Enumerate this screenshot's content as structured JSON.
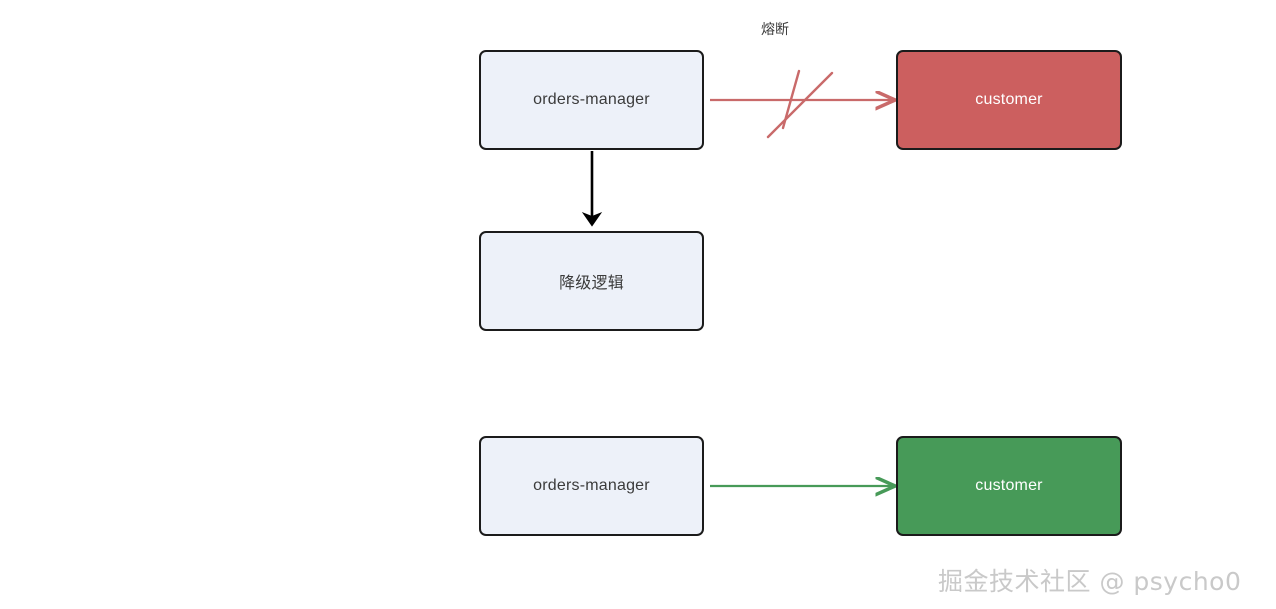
{
  "diagram": {
    "title": "circuit-breaker-fallback-diagram",
    "background": "#ffffff",
    "colors": {
      "node_light_fill": "#edf1f9",
      "node_light_text": "#3b3b3b",
      "node_border": "#1b1b1b",
      "node_red_fill": "#cc5f5f",
      "node_green_fill": "#479a58",
      "node_inverse_text": "#ffffff",
      "edge_red": "#c96a6a",
      "edge_green": "#479a58",
      "edge_black": "#000000",
      "label_text": "#3d3d3d",
      "watermark_text": "#c9c9c9"
    },
    "top_group": {
      "source_node": {
        "label": "orders-manager"
      },
      "target_node": {
        "label": "customer"
      },
      "fallback_node": {
        "label": "降级逻辑"
      },
      "edge_label": "熔断",
      "edge_blocked_marker": "x-cross-mark",
      "edge_source_to_target": "blocked-red-arrow",
      "edge_source_to_fallback": "black-arrow"
    },
    "bottom_group": {
      "source_node": {
        "label": "orders-manager"
      },
      "target_node": {
        "label": "customer"
      },
      "edge_source_to_target": "green-arrow"
    },
    "watermark": "掘金技术社区 @ psycho0"
  }
}
